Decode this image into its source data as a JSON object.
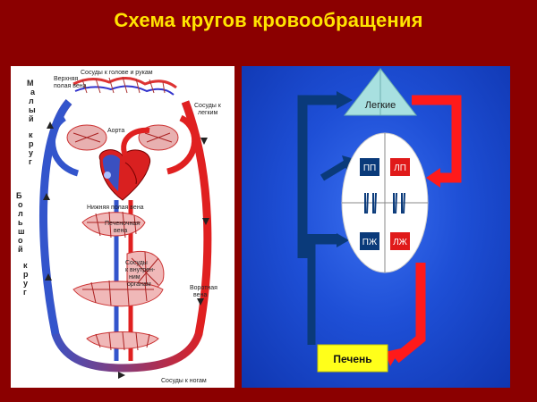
{
  "slide": {
    "title": "Схема кругов кровообращения"
  },
  "left_diagram": {
    "labels": {
      "head_vessels": "Сосуды к голове и рукам",
      "superior_vena_cava_1": "Верхняя",
      "superior_vena_cava_2": "полая вена",
      "lung_vessels_1": "Сосуды к",
      "lung_vessels_2": "легким",
      "aorta": "Аорта",
      "inferior_vena_cava": "Нижняя полая вена",
      "hepatic_vein_1": "Печеночная",
      "hepatic_vein_2": "вена",
      "internal_vessels_1": "Сосуды",
      "internal_vessels_2": "к внутрен-",
      "internal_vessels_3": "ним",
      "internal_vessels_4": "органам",
      "portal_vein_1": "Воротная",
      "portal_vein_2": "вена",
      "leg_vessels": "Сосуды к ногам"
    },
    "side_labels": {
      "small_circle": [
        "М",
        "а",
        "л",
        "ы",
        "й",
        "к",
        "р",
        "у",
        "г"
      ],
      "large_circle": [
        "Б",
        "о",
        "л",
        "ь",
        "ш",
        "о",
        "й",
        "к",
        "р",
        "у",
        "г"
      ]
    }
  },
  "right_diagram": {
    "lungs": "Легкие",
    "liver": "Печень",
    "chambers": {
      "right_atrium": "ПП",
      "left_atrium": "ЛП",
      "right_ventricle": "ПЖ",
      "left_ventricle": "ЛЖ"
    },
    "colors": {
      "arterial": "#ff1a1a",
      "venous": "#0a3a7a",
      "background": "#1e4fd6",
      "heart": "#ffffff",
      "lungs": "#a8e0e0",
      "liver": "#ffff1a"
    }
  }
}
